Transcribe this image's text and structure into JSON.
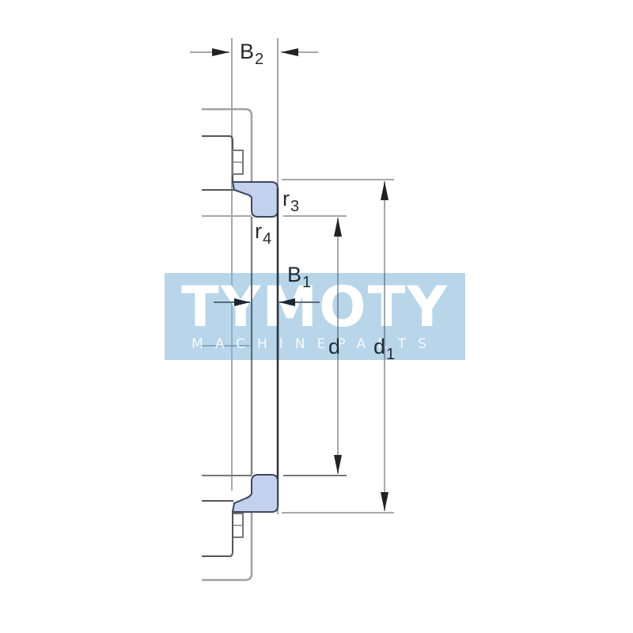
{
  "diagram": {
    "type": "technical drawing",
    "subject": "bearing washer / lock ring cross-section",
    "labels": {
      "B2": {
        "main": "B",
        "sub": "2"
      },
      "B1": {
        "main": "B",
        "sub": "1"
      },
      "r3": {
        "main": "r",
        "sub": "3"
      },
      "r4": {
        "main": "r",
        "sub": "4"
      },
      "d": {
        "main": "d",
        "sub": ""
      },
      "d1": {
        "main": "d",
        "sub": "1"
      }
    },
    "colors": {
      "section_fill": "#c3d1ee",
      "section_stroke": "#3c4660",
      "line_dark": "#3a3a3a",
      "line_light": "#9a9a9a",
      "text": "#2a2a2a"
    }
  },
  "watermark": {
    "title": "TYMOTY",
    "subtitle": "MACHINEPARTS",
    "background": "#7eb2d8",
    "text_color": "#ffffff"
  }
}
